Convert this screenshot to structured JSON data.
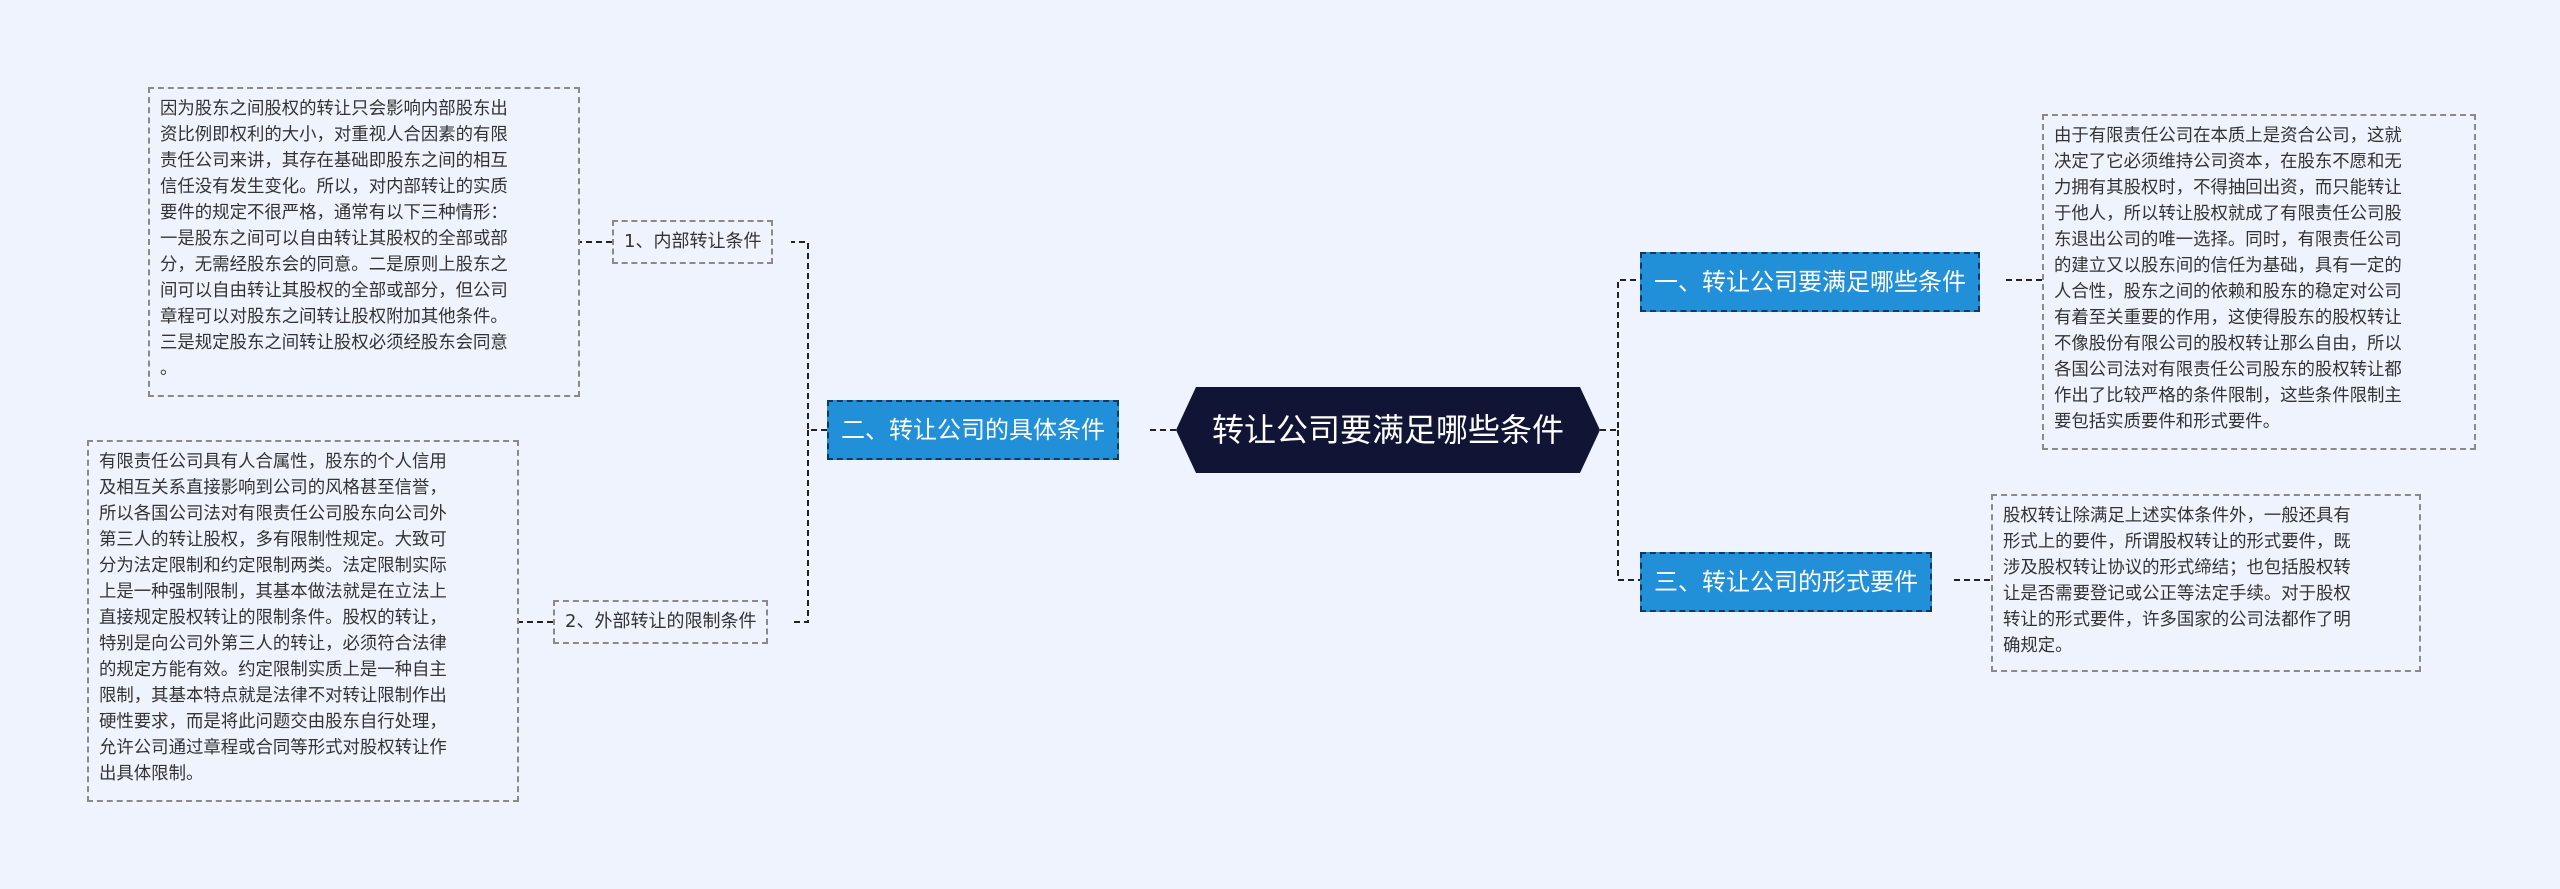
{
  "root": {
    "label": "转让公司要满足哪些条件"
  },
  "branches": {
    "b1": {
      "label": "一、转让公司要满足哪些条件",
      "text": "由于有限责任公司在本质上是资合公司，这就\n决定了它必须维持公司资本，在股东不愿和无\n力拥有其股权时，不得抽回出资，而只能转让\n于他人，所以转让股权就成了有限责任公司股\n东退出公司的唯一选择。同时，有限责任公司\n的建立又以股东间的信任为基础，具有一定的\n人合性，股东之间的依赖和股东的稳定对公司\n有着至关重要的作用，这使得股东的股权转让\n不像股份有限公司的股权转让那么自由，所以\n各国公司法对有限责任公司股东的股权转让都\n作出了比较严格的条件限制，这些条件限制主\n要包括实质要件和形式要件。"
    },
    "b2": {
      "label": "二、转让公司的具体条件",
      "subs": {
        "s1": {
          "label": "1、内部转让条件",
          "text": "因为股东之间股权的转让只会影响内部股东出\n资比例即权利的大小，对重视人合因素的有限\n责任公司来讲，其存在基础即股东之间的相互\n信任没有发生变化。所以，对内部转让的实质\n要件的规定不很严格，通常有以下三种情形：\n一是股东之间可以自由转让其股权的全部或部\n分，无需经股东会的同意。二是原则上股东之\n间可以自由转让其股权的全部或部分，但公司\n章程可以对股东之间转让股权附加其他条件。\n三是规定股东之间转让股权必须经股东会同意\n。"
        },
        "s2": {
          "label": "2、外部转让的限制条件",
          "text": "有限责任公司具有人合属性，股东的个人信用\n及相互关系直接影响到公司的风格甚至信誉，\n所以各国公司法对有限责任公司股东向公司外\n第三人的转让股权，多有限制性规定。大致可\n分为法定限制和约定限制两类。法定限制实际\n上是一种强制限制，其基本做法就是在立法上\n直接规定股权转让的限制条件。股权的转让，\n特别是向公司外第三人的转让，必须符合法律\n的规定方能有效。约定限制实质上是一种自主\n限制，其基本特点就是法律不对转让限制作出\n硬性要求，而是将此问题交由股东自行处理，\n允许公司通过章程或合同等形式对股权转让作\n出具体限制。"
        }
      }
    },
    "b3": {
      "label": "三、转让公司的形式要件",
      "text": "股权转让除满足上述实体条件外，一般还具有\n形式上的要件，所谓股权转让的形式要件，既\n涉及股权转让协议的形式缔结；也包括股权转\n让是否需要登记或公正等法定手续。对于股权\n转让的形式要件，许多国家的公司法都作了明\n确规定。"
    }
  }
}
